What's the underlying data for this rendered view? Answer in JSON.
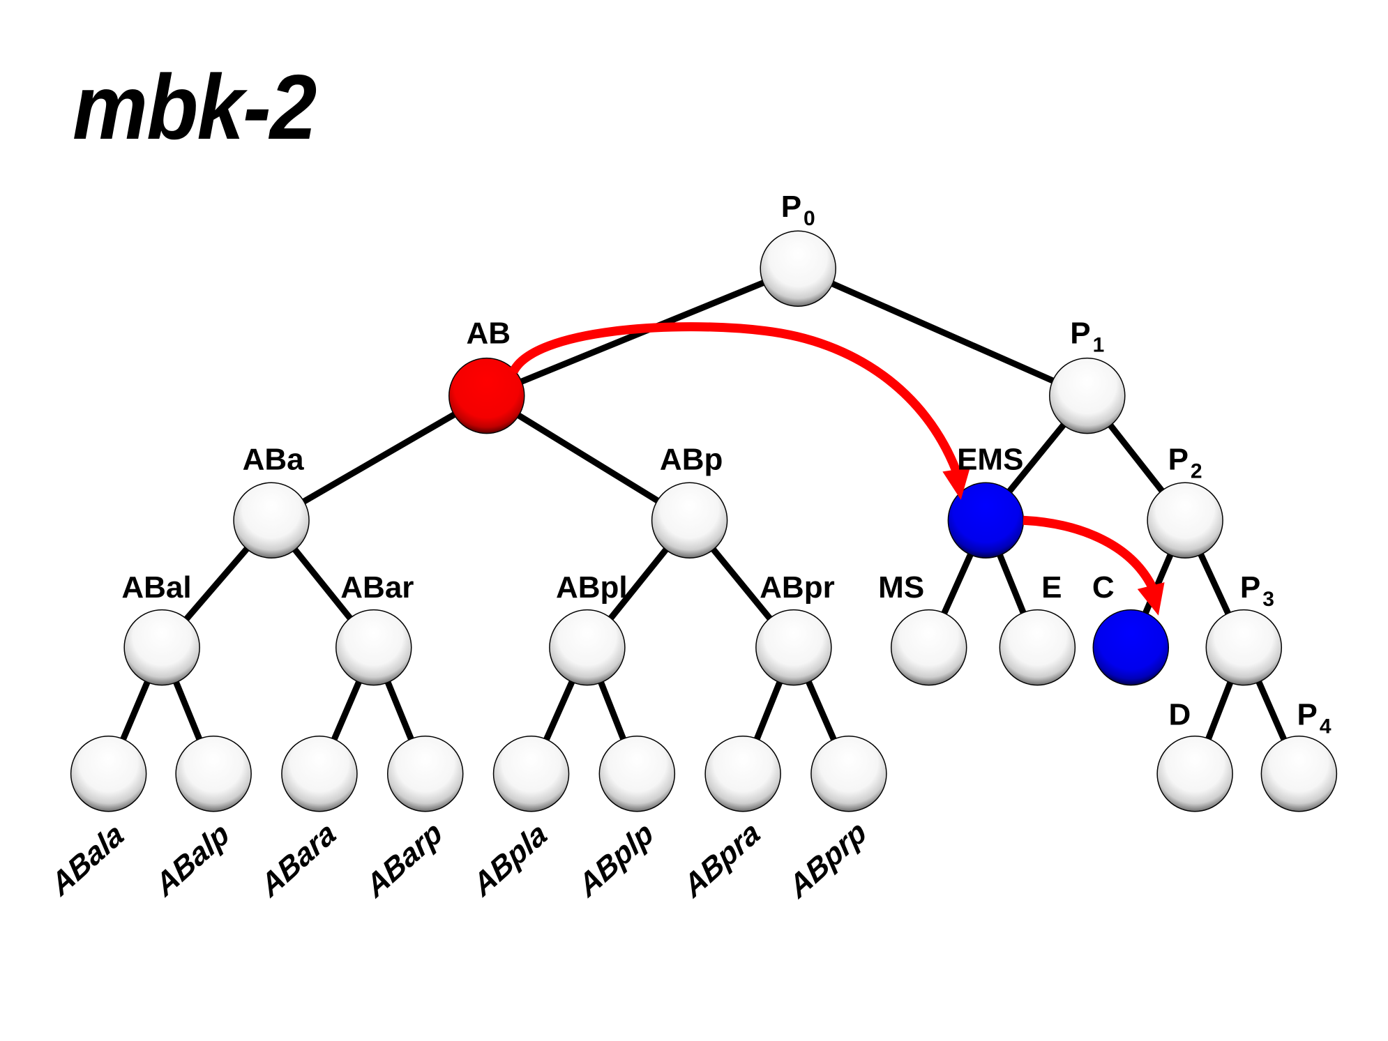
{
  "title": "mbk-2",
  "colors": {
    "normal_node": "#f4f4f4",
    "highlight_source": "#ff0000",
    "highlight_target": "#0000ee",
    "arrow": "#ff0000",
    "edge": "#000000"
  },
  "tree": {
    "nodes": [
      {
        "id": "P0",
        "label": "P",
        "sub": "0",
        "state": "normal"
      },
      {
        "id": "AB",
        "label": "AB",
        "state": "source"
      },
      {
        "id": "P1",
        "label": "P",
        "sub": "1",
        "state": "normal"
      },
      {
        "id": "ABa",
        "label": "ABa",
        "state": "normal"
      },
      {
        "id": "ABp",
        "label": "ABp",
        "state": "normal"
      },
      {
        "id": "EMS",
        "label": "EMS",
        "state": "target"
      },
      {
        "id": "P2",
        "label": "P",
        "sub": "2",
        "state": "normal"
      },
      {
        "id": "ABal",
        "label": "ABal",
        "state": "normal"
      },
      {
        "id": "ABar",
        "label": "ABar",
        "state": "normal"
      },
      {
        "id": "ABpl",
        "label": "ABpl",
        "state": "normal"
      },
      {
        "id": "ABpr",
        "label": "ABpr",
        "state": "normal"
      },
      {
        "id": "MS",
        "label": "MS",
        "state": "normal"
      },
      {
        "id": "E",
        "label": "E",
        "state": "normal"
      },
      {
        "id": "C",
        "label": "C",
        "state": "target"
      },
      {
        "id": "P3",
        "label": "P",
        "sub": "3",
        "state": "normal"
      },
      {
        "id": "ABala",
        "label": "ABala",
        "state": "normal",
        "leaf": true
      },
      {
        "id": "ABalp",
        "label": "ABalp",
        "state": "normal",
        "leaf": true
      },
      {
        "id": "ABara",
        "label": "ABara",
        "state": "normal",
        "leaf": true
      },
      {
        "id": "ABarp",
        "label": "ABarp",
        "state": "normal",
        "leaf": true
      },
      {
        "id": "ABpla",
        "label": "ABpla",
        "state": "normal",
        "leaf": true
      },
      {
        "id": "ABplp",
        "label": "ABplp",
        "state": "normal",
        "leaf": true
      },
      {
        "id": "ABpra",
        "label": "ABpra",
        "state": "normal",
        "leaf": true
      },
      {
        "id": "ABprp",
        "label": "ABprp",
        "state": "normal",
        "leaf": true
      },
      {
        "id": "D",
        "label": "D",
        "state": "normal"
      },
      {
        "id": "P4",
        "label": "P",
        "sub": "4",
        "state": "normal"
      }
    ],
    "edges": [
      [
        "P0",
        "AB"
      ],
      [
        "P0",
        "P1"
      ],
      [
        "AB",
        "ABa"
      ],
      [
        "AB",
        "ABp"
      ],
      [
        "P1",
        "EMS"
      ],
      [
        "P1",
        "P2"
      ],
      [
        "ABa",
        "ABal"
      ],
      [
        "ABa",
        "ABar"
      ],
      [
        "ABp",
        "ABpl"
      ],
      [
        "ABp",
        "ABpr"
      ],
      [
        "EMS",
        "MS"
      ],
      [
        "EMS",
        "E"
      ],
      [
        "P2",
        "C"
      ],
      [
        "P2",
        "P3"
      ],
      [
        "ABal",
        "ABala"
      ],
      [
        "ABal",
        "ABalp"
      ],
      [
        "ABar",
        "ABara"
      ],
      [
        "ABar",
        "ABarp"
      ],
      [
        "ABpl",
        "ABpla"
      ],
      [
        "ABpl",
        "ABplp"
      ],
      [
        "ABpr",
        "ABpra"
      ],
      [
        "ABpr",
        "ABprp"
      ],
      [
        "P3",
        "D"
      ],
      [
        "P3",
        "P4"
      ]
    ],
    "signaling_arrows": [
      {
        "from": "AB",
        "to": "EMS"
      },
      {
        "from": "EMS",
        "to": "C"
      }
    ]
  }
}
